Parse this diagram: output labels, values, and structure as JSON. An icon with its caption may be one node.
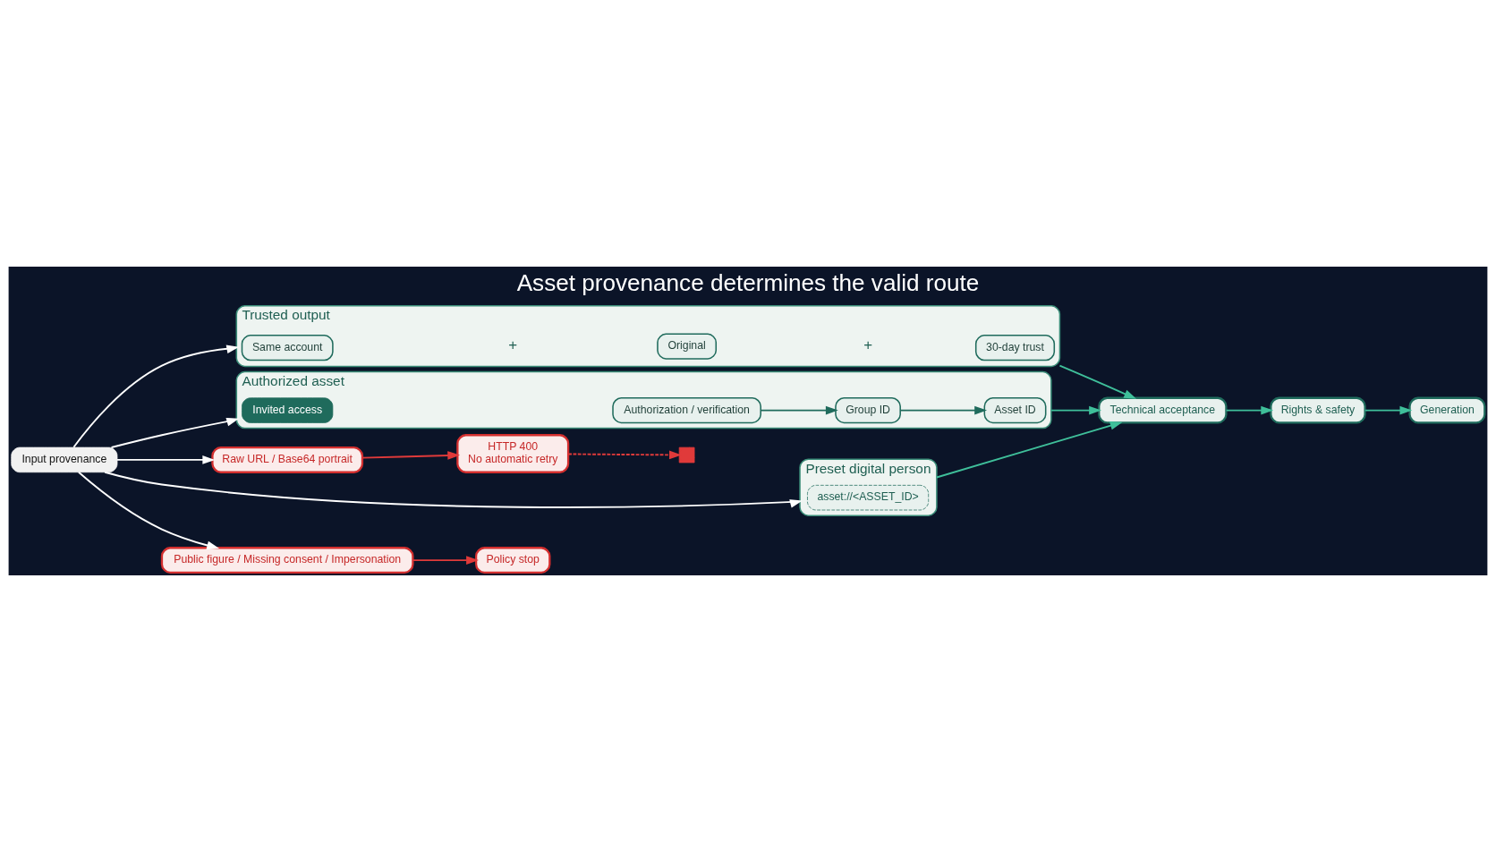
{
  "diagram": {
    "title": "Asset provenance determines the valid route",
    "nodes": [
      {
        "text": [
          "Input provenance"
        ]
      },
      {
        "text": [
          "Raw URL / Base64 portrait"
        ]
      },
      {
        "text": [
          "HTTP 400",
          "No automatic retry"
        ]
      },
      {
        "text": [],
        "shape": "cross"
      },
      {
        "text": [
          "Trusted output"
        ]
      },
      {
        "text": [
          "Same account"
        ],
        "in": 4
      },
      {
        "text": [
          "Original"
        ],
        "in": 4
      },
      {
        "text": [
          "30-day trust"
        ],
        "in": 4
      },
      {
        "text": [
          "Preset digital person"
        ]
      },
      {
        "text": [
          "asset://<ASSET_ID>"
        ],
        "in": 8
      },
      {
        "text": [
          "Authorized asset"
        ]
      },
      {
        "text": [
          "Invited access"
        ],
        "in": 10
      },
      {
        "text": [
          "Authorization / verification"
        ],
        "in": 10
      },
      {
        "text": [
          "Group ID"
        ],
        "in": 10
      },
      {
        "text": [
          "Asset ID"
        ],
        "in": 10
      },
      {
        "text": [
          "Technical acceptance"
        ]
      },
      {
        "text": [
          "Rights & safety"
        ]
      },
      {
        "text": [
          "Generation"
        ]
      },
      {
        "text": [
          "Public figure / Missing consent / Impersonation"
        ]
      },
      {
        "text": [
          "Policy stop"
        ]
      }
    ],
    "edges": [
      {
        "from": 0,
        "to": 1,
        "arrow": "to"
      },
      {
        "from": 0,
        "to": 4,
        "arrow": "to"
      },
      {
        "from": 0,
        "to": 8,
        "arrow": "to"
      },
      {
        "from": 0,
        "to": 10,
        "arrow": "to"
      },
      {
        "from": 0,
        "to": 18,
        "arrow": "to"
      },
      {
        "from": 1,
        "to": 2,
        "arrow": "to",
        "color": "#e03a3a"
      },
      {
        "from": 2,
        "to": 3,
        "arrow": "to",
        "style": "dashed",
        "color": "#e03a3a"
      },
      {
        "from": 4,
        "to": 15,
        "arrow": "to",
        "color": "#3fbf9a"
      },
      {
        "from": 8,
        "to": 15,
        "arrow": "to",
        "color": "#3fbf9a"
      },
      {
        "from": 10,
        "to": 15,
        "arrow": "to",
        "color": "#3fbf9a"
      },
      {
        "from": 15,
        "to": 16,
        "arrow": "to",
        "color": "#3fbf9a"
      },
      {
        "from": 16,
        "to": 17,
        "arrow": "to",
        "color": "#3fbf9a"
      },
      {
        "from": 12,
        "to": 13,
        "arrow": "to",
        "color": "#1f6b5c"
      },
      {
        "from": 13,
        "to": 14,
        "arrow": "to",
        "color": "#1f6b5c"
      },
      {
        "from": 18,
        "to": 19,
        "arrow": "to",
        "color": "#e03a3a"
      }
    ],
    "labels": [
      "+",
      "+"
    ]
  }
}
